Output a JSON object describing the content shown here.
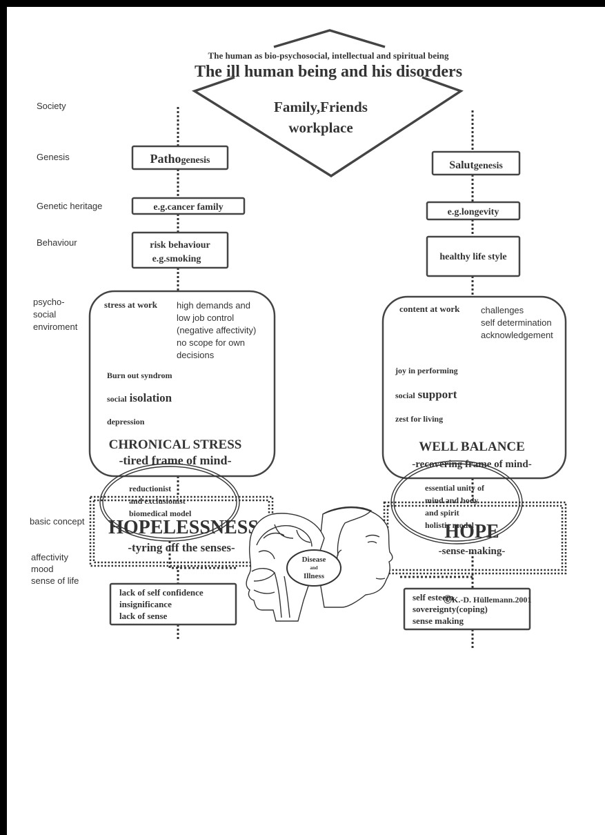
{
  "header": {
    "subtitle": "The human as bio-psychosocial, intellectual and spiritual being",
    "title": "The ill human being and his disorders",
    "diamond_line1": "Family,Friends",
    "diamond_line2": "workplace"
  },
  "row_labels": {
    "society": "Society",
    "genesis": "Genesis",
    "genetic": "Genetic heritage",
    "behaviour": "Behaviour",
    "psycho": [
      "psycho-",
      "social",
      "enviroment"
    ],
    "affect": [
      "affectivity",
      "mood",
      "sense of life"
    ],
    "basic": "basic concept"
  },
  "left": {
    "genesis_bold": "Patho",
    "genesis_rest": "genesis",
    "genetic": "e.g.cancer family",
    "behaviour": [
      "risk behaviour",
      "e.g.smoking"
    ],
    "work_label": "stress at work",
    "work_desc": [
      "high demands and",
      "low job control",
      "(negative affectivity)",
      "no scope for own",
      "decisions"
    ],
    "burnout": "Burn out syndrom",
    "social_small": "social",
    "social_big": "isolation",
    "depression": "depression",
    "state_title": "CHRONICAL STRESS",
    "state_sub": "-tired frame of mind-",
    "core_title": "HOPELESSNESS",
    "core_sub": "-tyring off the senses-",
    "sense": [
      "lack of self confidence",
      "insignificance",
      "lack of sense"
    ],
    "concept": [
      "reductionist",
      "and exclusionist",
      "biomedical model"
    ]
  },
  "right": {
    "genesis_bold": "Salut",
    "genesis_rest": "genesis",
    "genetic": "e.g.longevity",
    "behaviour": "healthy life style",
    "work_label": "content at work",
    "work_desc": [
      "challenges",
      "self determination",
      "acknowledgement"
    ],
    "joy": "joy in performing",
    "social_small": "social",
    "social_big": "support",
    "zest": "zest for living",
    "state_title": "WELL BALANCE",
    "state_sub": "-recovering frame of mind-",
    "core_title": "HOPE",
    "core_sub": "-sense-making-",
    "sense": [
      "self esteem",
      "sovereignty(coping)",
      "sense making"
    ],
    "concept": [
      "essential unity of",
      "mind and body",
      "and spirit",
      "holistic model"
    ]
  },
  "center": {
    "disease": "Disease",
    "and": "and",
    "illness": "Illness"
  },
  "copyright": "ⒸK.-D. Hüllemann.2001"
}
